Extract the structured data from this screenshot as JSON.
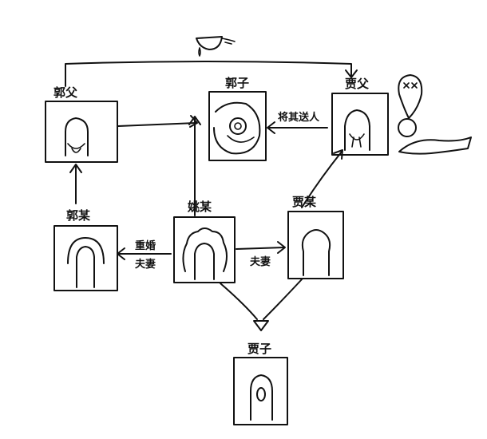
{
  "nodes": {
    "guo_father": "郭父",
    "guo_son": "郭子",
    "jia_father": "贾父",
    "guo_mou": "郭某",
    "yao_mou": "姚某",
    "jia_mou": "贾某",
    "jia_son": "贾子"
  },
  "edges": {
    "send_away": "将其送人",
    "remarriage_line1": "重婚",
    "remarriage_line2": "夫妻",
    "spouse": "夫妻"
  },
  "icons": {
    "top_vessel": "pouring-bowl-icon",
    "dead_bubble": "dead-face-icon",
    "lying_figure": "collapsed-person-icon"
  }
}
